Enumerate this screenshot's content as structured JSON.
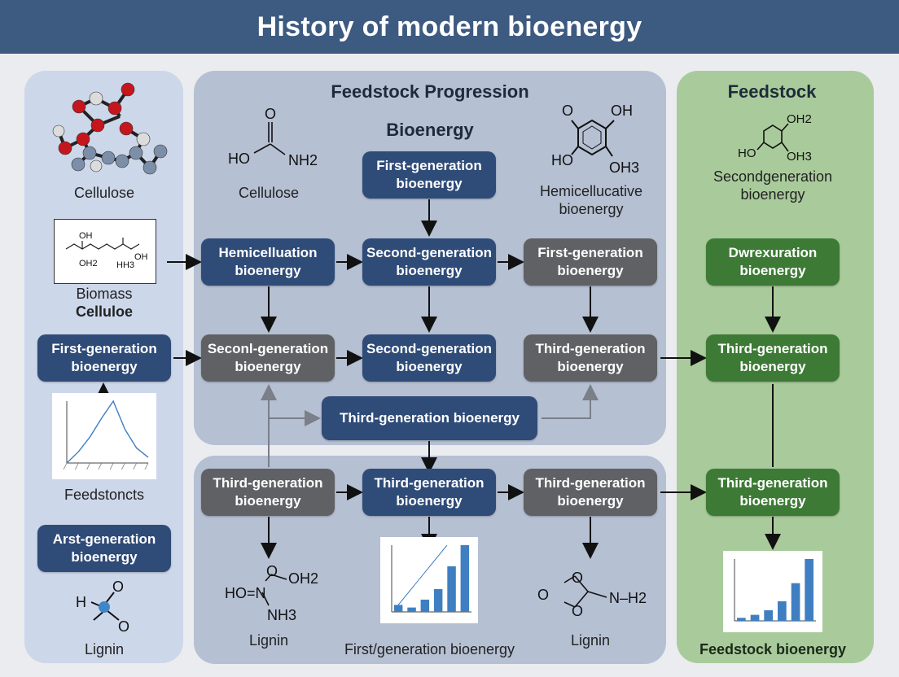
{
  "title": "History of modern bioenergy",
  "headings": {
    "feedstock_progression": "Feedstock Progression",
    "bioenergy": "Bioenergy",
    "feedstock": "Feedstock"
  },
  "labels": {
    "left_cellulose": "Cellulose",
    "left_biomass": "Biomass",
    "left_celluloe": "Celluloe",
    "left_feedstoncts": "Feedstoncts",
    "left_lignin": "Lignin",
    "mid_cellulose": "Cellulose",
    "hemicellucative": "Hemicellucative",
    "hemicellucative_2": "bioenergy",
    "right_secondgeneration": "Secondgeneration",
    "right_secondgeneration_2": "bioenergy",
    "mid_lignin": "Lignin",
    "first_slash_generation": "First/generation bioenergy",
    "right_lignin": "Lignin",
    "feedstock_bioenergy": "Feedstock bioenergy"
  },
  "boxes": {
    "top_first_gen": [
      "First-generation",
      "bioenergy"
    ],
    "r1_hemicelluation": [
      "Hemicelluation",
      "bioenergy"
    ],
    "r1_second_gen": [
      "Second-generation",
      "bioenergy"
    ],
    "r1_first_gen": [
      "First-generation",
      "bioenergy"
    ],
    "r1_dwrexuration": [
      "Dwrexuration",
      "bioenergy"
    ],
    "r2_left_first_gen": [
      "First-generation",
      "bioenergy"
    ],
    "r2_seconl_gen": [
      "Seconl-generation",
      "bioenergy"
    ],
    "r2_second_gen": [
      "Second-generation",
      "bioenergy"
    ],
    "r2_third_gen": [
      "Third-generation",
      "bioenergy"
    ],
    "r2_right_third_gen": [
      "Third-generation",
      "bioenergy"
    ],
    "wide_third_gen": "Third-generation bioenergy",
    "r3_third_gen_a": [
      "Third-generation",
      "bioenergy"
    ],
    "r3_third_gen_b": [
      "Third-generation",
      "bioenergy"
    ],
    "r3_third_gen_c": [
      "Third-generation",
      "bioenergy"
    ],
    "r3_right_third_gen": [
      "Third-generation",
      "bioenergy"
    ],
    "left_arst_gen": [
      "Arst-generation",
      "bioenergy"
    ]
  },
  "chem_text": {
    "mid_top_o": "O",
    "mid_top_ho": "HO",
    "mid_top_nh2": "NH2",
    "ring_o": "O",
    "ring_oh": "OH",
    "ring_ho": "HO",
    "ring_oh3": "OH3",
    "right_oh2": "OH2",
    "right_ho": "HO",
    "right_oh3": "OH3",
    "small_oh": "OH",
    "small_oh2": "OH2",
    "small_oh_b": "OH",
    "small_hh": "HH3",
    "lig_o": "O",
    "lig_oh2": "OH2",
    "lig_ho": "HO=N",
    "lig_nh3": "NH3",
    "lig2_o1": "O",
    "lig2_o2": "O",
    "lig2_nh2": "N–H2",
    "lig_left_h": "H",
    "lig_left_o1": "O",
    "lig_left_o2": "O"
  },
  "colors": {
    "title_bg": "#3d5a80",
    "navy": "#2f4b78",
    "gray": "#5f6164",
    "green": "#3d7a35",
    "oxygen": "#c4161c",
    "carbon": "#7d8ea8",
    "hydrogen": "#d8d8d8",
    "bar": "#3f7fc1"
  },
  "mini_charts": {
    "left_line_chart": {
      "type": "line",
      "values": [
        0,
        6,
        14,
        24,
        33,
        18,
        8,
        3
      ]
    },
    "mid_bar_chart": {
      "type": "bar",
      "values": [
        8,
        5,
        14,
        26,
        52,
        76
      ]
    },
    "right_bar_chart": {
      "type": "bar",
      "values": [
        4,
        8,
        14,
        26,
        50,
        82
      ]
    }
  }
}
